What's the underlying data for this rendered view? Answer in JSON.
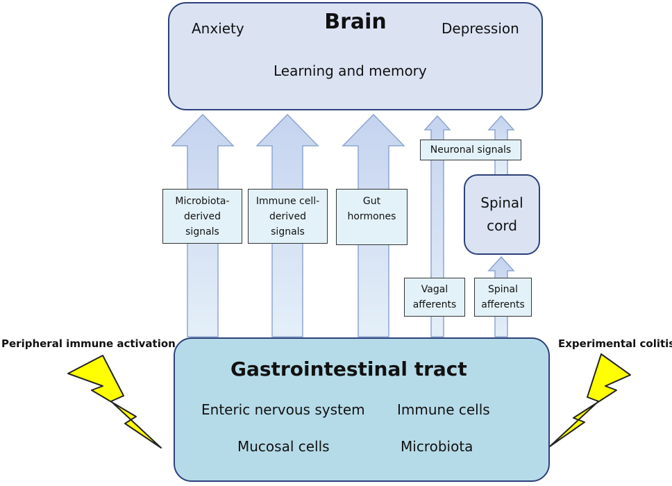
{
  "brain": {
    "title": "Brain",
    "anxiety": "Anxiety",
    "depression": "Depression",
    "learning": "Learning and memory"
  },
  "signals": {
    "microbiota": "Microbiota-derived signals",
    "immune": "Immune cell-derived signals",
    "hormones": "Gut hormones",
    "neuronal": "Neuronal signals",
    "vagal": "Vagal afferents",
    "spinal_afferents": "Spinal afferents"
  },
  "spinal_cord": {
    "label": "Spinal cord"
  },
  "gi": {
    "title": "Gastrointestinal tract",
    "enteric": "Enteric nervous system",
    "immune_cells": "Immune cells",
    "mucosal": "Mucosal cells",
    "microbiota": "Microbiota"
  },
  "triggers": {
    "left": "Peripheral immune activation",
    "right": "Experimental colitis"
  },
  "colors": {
    "arrow_top": "#c5d3ef",
    "arrow_bottom": "#e4eff8",
    "box_border": "#2c3f7a",
    "brain_fill": "#dbe3f3",
    "gi_fill": "#b6dbe8",
    "bolt_fill": "#ffff00"
  },
  "icons": {
    "bolt": "lightning-bolt-icon",
    "arrow": "up-arrow"
  }
}
